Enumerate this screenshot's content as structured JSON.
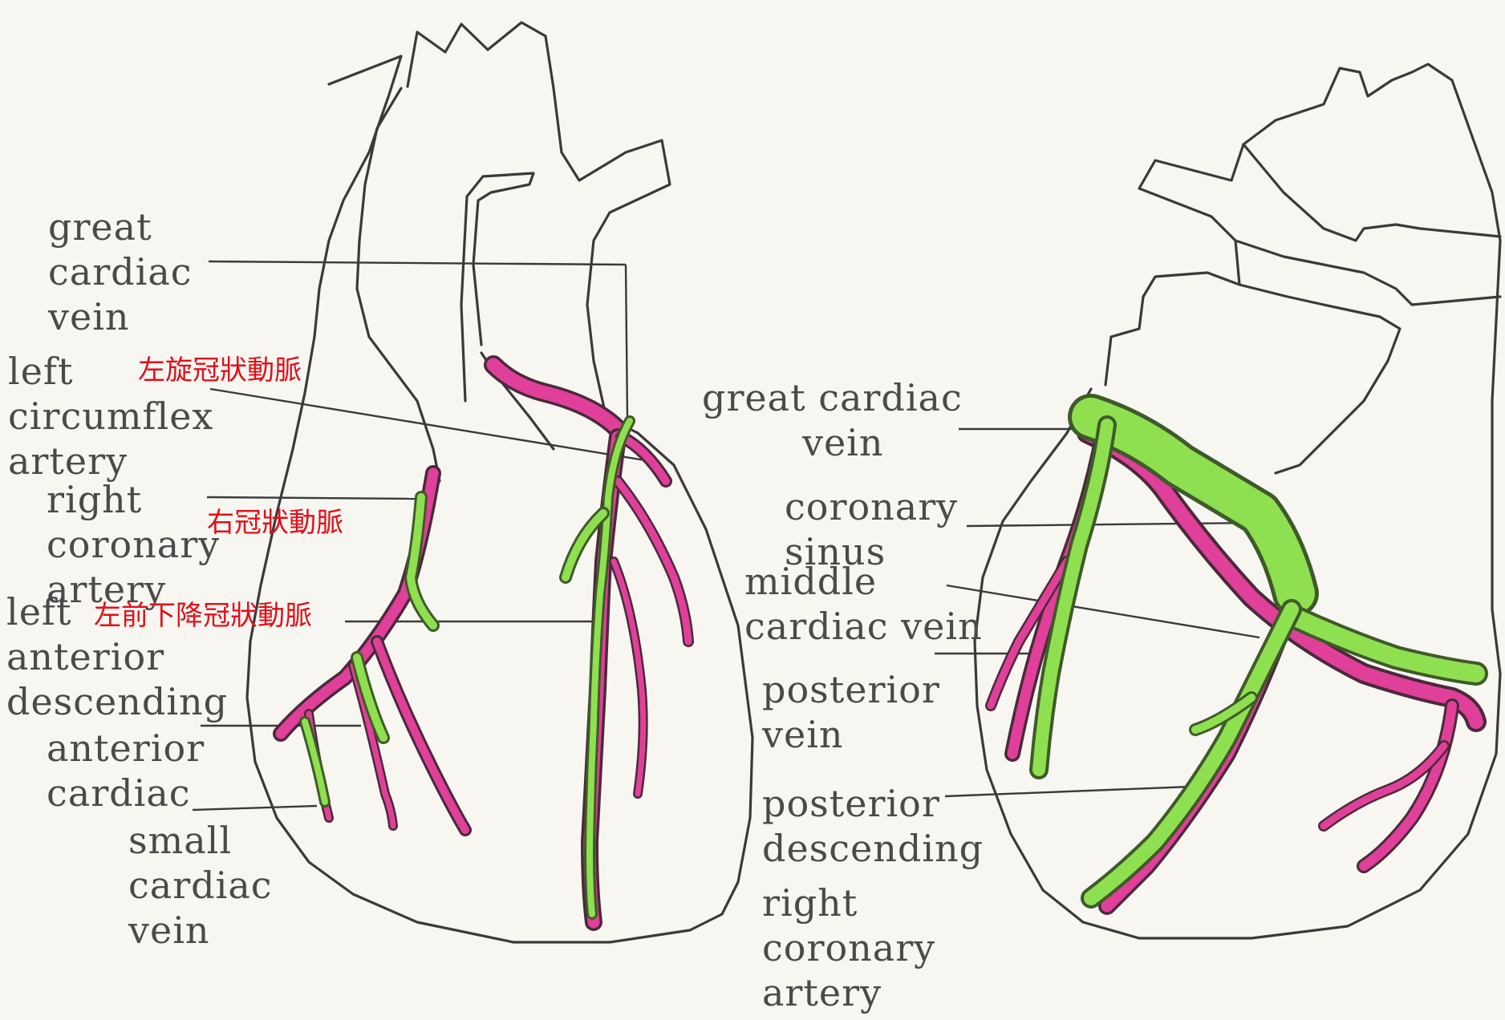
{
  "colors": {
    "background": "#f7f6f1",
    "outline": "#3a3a3a",
    "artery_fill": "#e0409a",
    "artery_edge": "#4a2a3a",
    "vein_fill": "#8fe050",
    "vein_edge": "#3f5a2a",
    "label_text": "#4a4a4a",
    "chinese_label": "#e0101a"
  },
  "anterior_view": {
    "labels": {
      "great_cardiac_vein": "great\ncardiac\nvein",
      "left_circumflex_artery": "left\ncircumflex\nartery",
      "right_coronary_artery": "right\ncoronary\nartery",
      "left_anterior_descending": "left\nanterior\ndescending",
      "anterior_cardiac": "anterior\ncardiac",
      "small_cardiac_vein": "small\ncardiac\nvein"
    },
    "chinese_labels": {
      "left_circumflex": "左旋冠狀動脈",
      "right_coronary": "右冠狀動脈",
      "left_anterior_descending": "左前下降冠狀動脈"
    }
  },
  "posterior_view": {
    "labels": {
      "great_cardiac_vein": "great cardiac\n        vein",
      "coronary_sinus": "coronary\nsinus",
      "middle_cardiac_vein": "middle\ncardiac vein",
      "posterior_vein": "posterior\nvein",
      "posterior_descending": "posterior\ndescending",
      "right_coronary_artery": "right\ncoronary\nartery"
    }
  }
}
